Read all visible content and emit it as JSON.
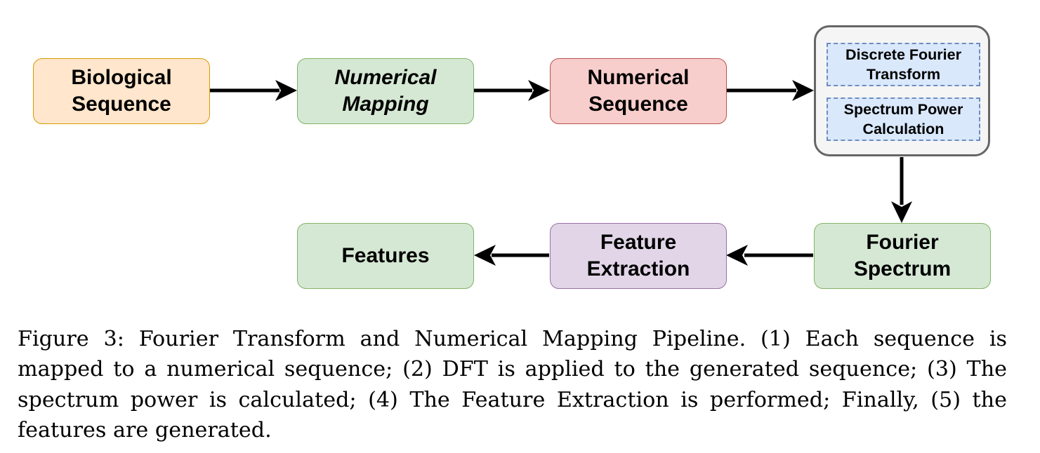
{
  "nodes": {
    "biological_sequence": {
      "label": "Biological\nSequence",
      "fill": "#ffe6cc",
      "stroke": "#d79b00"
    },
    "numerical_mapping": {
      "label": "Numerical\nMapping",
      "fill": "#d5e8d4",
      "stroke": "#82b366"
    },
    "numerical_sequence": {
      "label": "Numerical\nSequence",
      "fill": "#f8cecc",
      "stroke": "#b85450"
    },
    "fourier_spectrum": {
      "label": "Fourier\nSpectrum",
      "fill": "#d5e8d4",
      "stroke": "#82b366"
    },
    "feature_extraction": {
      "label": "Feature\nExtraction",
      "fill": "#e1d5e7",
      "stroke": "#9673a6"
    },
    "features": {
      "label": "Features",
      "fill": "#d5e8d4",
      "stroke": "#82b366"
    }
  },
  "transform_group": {
    "fill": "#f5f5f5",
    "stroke": "#666666",
    "steps": [
      {
        "label": "Discrete Fourier\nTransform"
      },
      {
        "label": "Spectrum Power\nCalculation"
      }
    ]
  },
  "edges": [
    {
      "from": "biological_sequence",
      "to": "numerical_mapping"
    },
    {
      "from": "numerical_mapping",
      "to": "numerical_sequence"
    },
    {
      "from": "numerical_sequence",
      "to": "transform_group"
    },
    {
      "from": "transform_group",
      "to": "fourier_spectrum"
    },
    {
      "from": "fourier_spectrum",
      "to": "feature_extraction"
    },
    {
      "from": "feature_extraction",
      "to": "features"
    }
  ],
  "caption": "Figure 3: Fourier Transform and Numerical Mapping Pipeline. (1) Each sequence is mapped to a numerical sequence; (2) DFT is applied to the generated sequence; (3) The spectrum power is calculated; (4) The Feature Extraction is performed; Finally, (5) the features are generated."
}
